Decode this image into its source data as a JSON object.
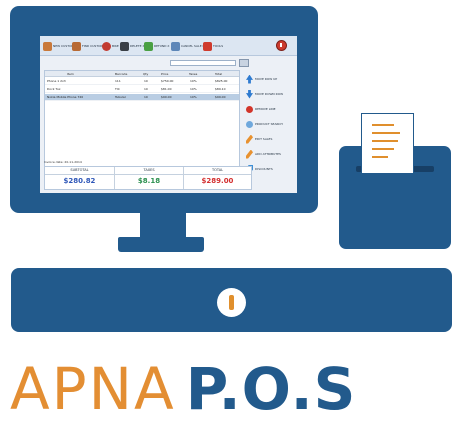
{
  "brand": {
    "word_one": "APNA",
    "word_two": "P.O.S"
  },
  "colors": {
    "brand_blue": "#225a8c",
    "brand_orange": "#e38e33",
    "screen_bg": "#ecf0f6"
  },
  "icons": {
    "power": "power-icon",
    "lock": "drawer-lock-icon",
    "receipt": "receipt-icon"
  },
  "screen": {
    "toolbar": {
      "buttons": [
        {
          "label": "NEW CUSTOMER",
          "icon": "user-icon"
        },
        {
          "label": "FIND CUSTOMER",
          "icon": "user-search-icon"
        },
        {
          "label": "BIKE",
          "icon": "bike-icon"
        },
        {
          "label": "DELETE X",
          "icon": "delete-icon"
        },
        {
          "label": "REFUND X",
          "icon": "refund-icon"
        },
        {
          "label": "CANCEL SALE ITEM",
          "icon": "cancel-icon"
        },
        {
          "label": "TOOLS",
          "icon": "tools-icon"
        }
      ]
    },
    "grid": {
      "columns": [
        "Item",
        "Barcode",
        "Qty",
        "Price",
        "Taxes",
        "Total"
      ],
      "rows": [
        {
          "item": "Phone 1 2x3",
          "code": "111",
          "qty": "10",
          "price": "$750.00",
          "tax": "10%",
          "total": "$825.00",
          "selected": false
        },
        {
          "item": "Dock Tux",
          "code": "TIC",
          "qty": "10",
          "price": "$81.00",
          "tax": "10%",
          "total": "$89.10",
          "selected": false
        },
        {
          "item": "Nokia Mobile Phone 720",
          "code": "Tubular",
          "qty": "10",
          "price": "$90.00",
          "tax": "10%",
          "total": "$99.00",
          "selected": true
        }
      ]
    },
    "side_buttons": [
      {
        "label": "MOVE ROW UP",
        "icon": "arrow-up-icon"
      },
      {
        "label": "MOVE DOWN ROW",
        "icon": "arrow-down-icon"
      },
      {
        "label": "REMOVE LINE",
        "icon": "remove-icon"
      },
      {
        "label": "PRODUCT SEARCH",
        "icon": "search-icon"
      },
      {
        "label": "EDIT SALES",
        "icon": "edit-icon"
      },
      {
        "label": "ADD ATTRIBUTES",
        "icon": "attributes-icon"
      },
      {
        "label": "DISCOUNTS",
        "icon": "tag-icon"
      }
    ],
    "date": "Invoice date:  20-11-2014",
    "totals": {
      "subtotal_label": "SUBTOTAL",
      "subtotal": "$280.82",
      "taxes_label": "TAXES",
      "taxes": "$8.18",
      "total_label": "TOTAL",
      "total": "$289.00"
    }
  }
}
